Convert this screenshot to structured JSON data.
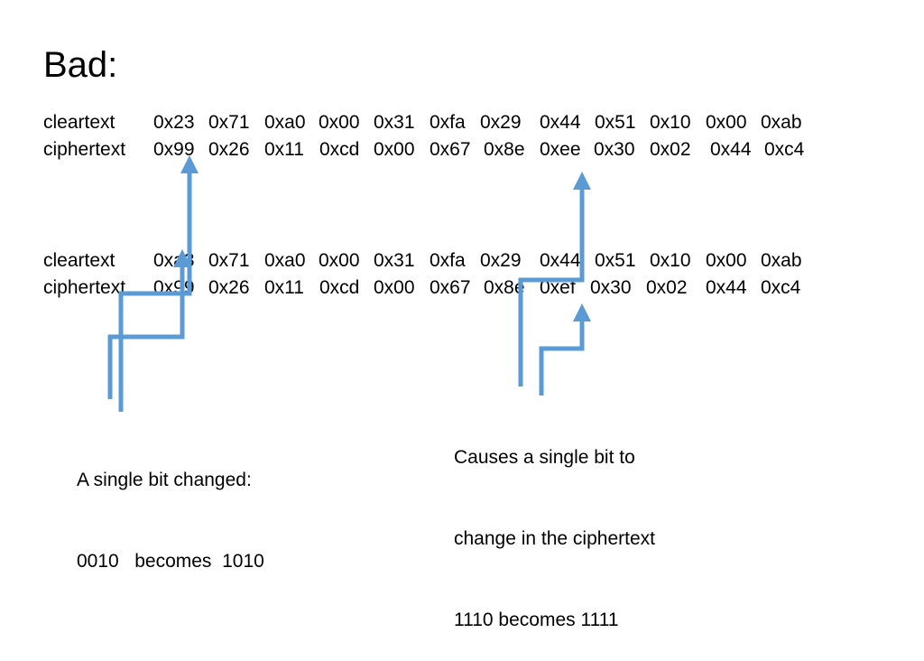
{
  "slide": {
    "title": "Bad:",
    "block1": {
      "cleartext_label": "cleartext",
      "ciphertext_label": "ciphertext",
      "cleartext": [
        "0x23",
        "0x71",
        "0xa0",
        "0x00",
        "0x31",
        "0xfa",
        "0x29",
        "0x44",
        "0x51",
        "0x10",
        "0x00",
        "0xab"
      ],
      "ciphertext": [
        "0x99",
        "0x26",
        "0x11",
        "0xcd",
        "0x00",
        "0x67",
        "0x8e",
        "0xee",
        "0x30",
        "0x02",
        "0x44",
        "0xc4"
      ]
    },
    "block2": {
      "cleartext_label": "cleartext",
      "ciphertext_label": "ciphertext",
      "cleartext": [
        "0xa3",
        "0x71",
        "0xa0",
        "0x00",
        "0x31",
        "0xfa",
        "0x29",
        "0x44",
        "0x51",
        "0x10",
        "0x00",
        "0xab"
      ],
      "ciphertext": [
        "0x99",
        "0x26",
        "0x11",
        "0xcd",
        "0x00",
        "0x67",
        "0x8e",
        "0xef",
        "0x30",
        "0x02",
        "0x44",
        "0xc4"
      ]
    },
    "note_left": {
      "line1": "A single bit changed:",
      "line2": "0010   becomes  1010"
    },
    "note_right": {
      "line1": "Causes a single bit to",
      "line2": "change in the ciphertext",
      "line3": "1110 becomes 1111"
    },
    "arrow_color": "#5B9BD5"
  }
}
